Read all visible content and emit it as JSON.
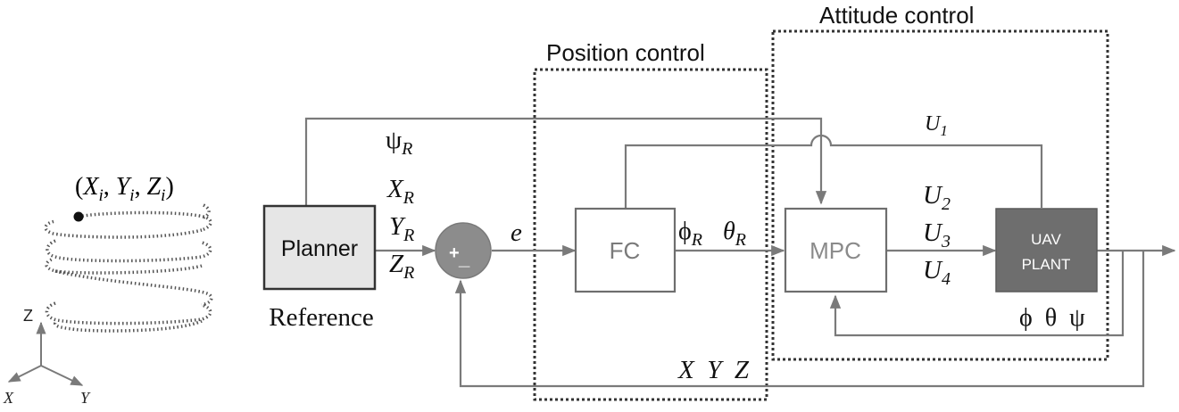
{
  "sections": {
    "position_control": "Position control",
    "attitude_control": "Attitude control"
  },
  "blocks": {
    "planner": "Planner",
    "reference": "Reference",
    "sum_plus": "+",
    "sum_minus": "_",
    "fc": "FC",
    "mpc": "MPC",
    "uav_line1": "UAV",
    "uav_line2": "PLANT"
  },
  "trajectory": {
    "waypoint": {
      "open": "(",
      "x": "X",
      "xi": "i",
      "y": "Y",
      "yi": "i",
      "z": "Z",
      "zi": "i",
      "close": ")"
    },
    "axis_z": "Z",
    "axis_x": "X",
    "axis_y": "Y"
  },
  "signals": {
    "psi_r": {
      "sym": "ψ",
      "sub": "R"
    },
    "x_r": {
      "sym": "X",
      "sub": "R"
    },
    "y_r": {
      "sym": "Y",
      "sub": "R"
    },
    "z_r": {
      "sym": "Z",
      "sub": "R"
    },
    "e": "e",
    "phi_r": {
      "sym": "ϕ",
      "sub": "R"
    },
    "theta_r": {
      "sym": "θ",
      "sub": "R"
    },
    "u1": {
      "sym": "U",
      "sub": "1"
    },
    "u2": {
      "sym": "U",
      "sub": "2"
    },
    "u3": {
      "sym": "U",
      "sub": "3"
    },
    "u4": {
      "sym": "U",
      "sub": "4"
    },
    "feedback_attitude": "ϕ  θ  ψ",
    "feedback_position": "X  Y  Z"
  },
  "colors": {
    "line": "#7a7a7a",
    "box": "#6e6e6e",
    "planner_fill": "#e6e6e6",
    "uav_fill": "#6e6e6e",
    "sum_fill": "#8c8c8c",
    "dotted": "#333333"
  }
}
